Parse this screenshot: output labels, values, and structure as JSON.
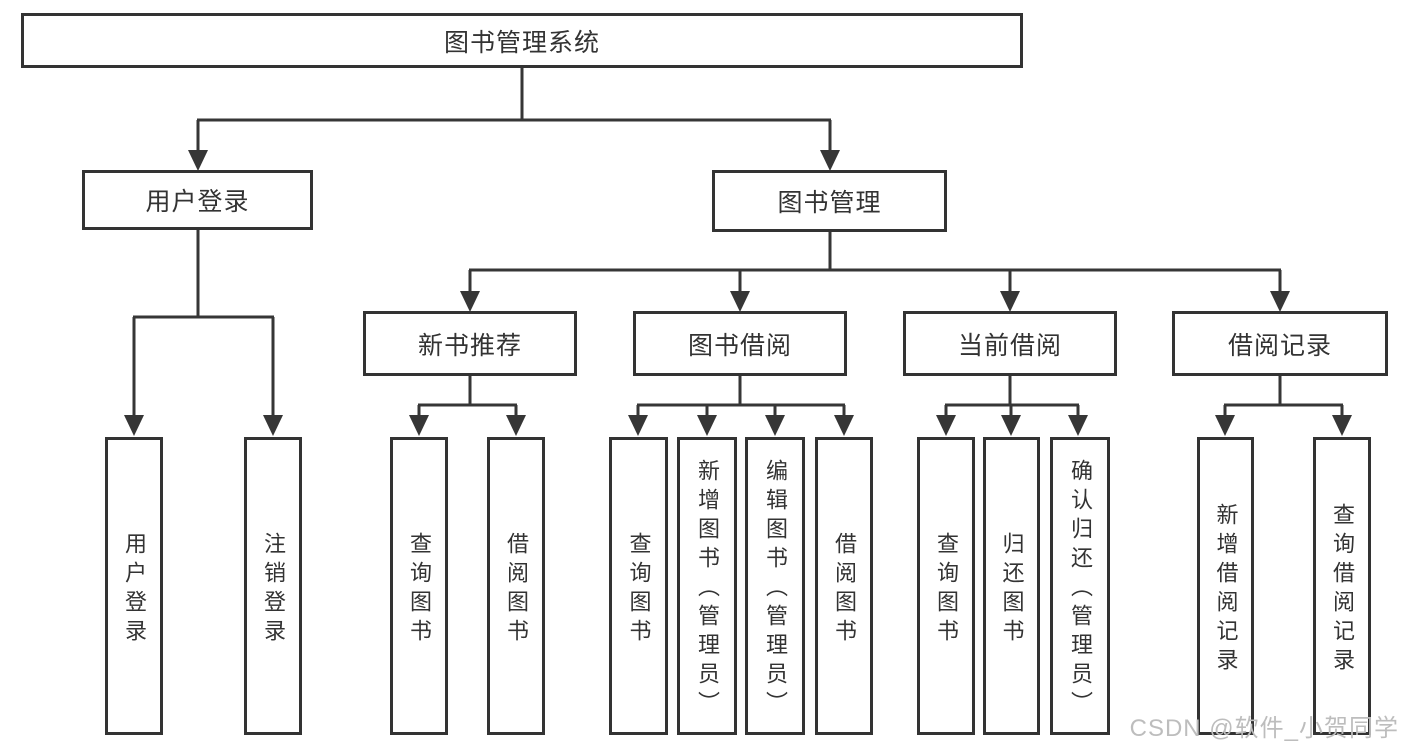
{
  "colors": {
    "line": "#363636",
    "text": "#333333",
    "background": "#ffffff",
    "watermark": "#bdbdbd"
  },
  "diagram": {
    "root": {
      "label": "图书管理系统"
    },
    "level2": [
      {
        "label": "用户登录"
      },
      {
        "label": "图书管理"
      }
    ],
    "level3": [
      {
        "label": "新书推荐"
      },
      {
        "label": "图书借阅"
      },
      {
        "label": "当前借阅"
      },
      {
        "label": "借阅记录"
      }
    ],
    "leaves": {
      "user_login": [
        {
          "label": "用户登录"
        },
        {
          "label": "注销登录"
        }
      ],
      "new_book_recommend": [
        {
          "label": "查询图书"
        },
        {
          "label": "借阅图书"
        }
      ],
      "book_borrowing": [
        {
          "label": "查询图书"
        },
        {
          "label": "新增图书（管理员）"
        },
        {
          "label": "编辑图书（管理员）"
        },
        {
          "label": "借阅图书"
        }
      ],
      "current_borrowing": [
        {
          "label": "查询图书"
        },
        {
          "label": "归还图书"
        },
        {
          "label": "确认归还（管理员）"
        }
      ],
      "borrowing_records": [
        {
          "label": "新增借阅记录"
        },
        {
          "label": "查询借阅记录"
        }
      ]
    }
  },
  "watermark": {
    "text": "CSDN @软件_小贺同学"
  }
}
